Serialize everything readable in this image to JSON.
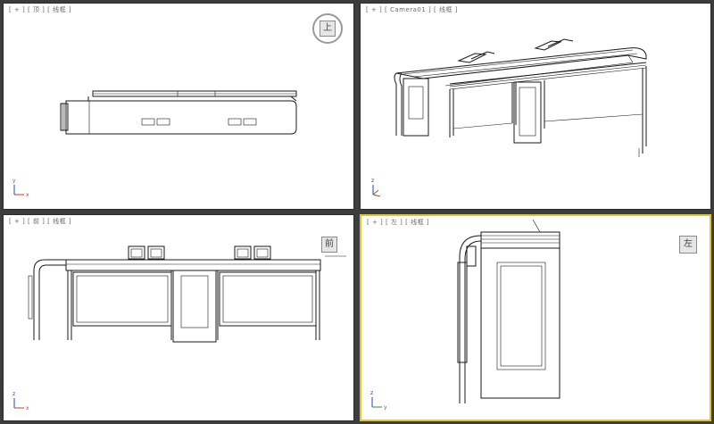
{
  "viewports": {
    "top": {
      "label": "[ + ] [ 顶 ] [ 线框 ]"
    },
    "persp": {
      "label": "[ + ] [ Camera01 ] [ 线框 ]"
    },
    "front": {
      "label": "[ + ] [ 前 ] [ 线框 ]"
    },
    "left": {
      "label": "[ + ] [ 左 ] [ 线框 ]"
    }
  },
  "viewcube": {
    "top_face": "上",
    "front_face": "前",
    "left_face": "左"
  },
  "axes": {
    "x": "x",
    "y": "y",
    "z": "z"
  },
  "colors": {
    "active_border": "#e0c530",
    "axis_x": "#d0362b",
    "axis_y": "#3a8a2e",
    "axis_z": "#2b3fc8"
  }
}
